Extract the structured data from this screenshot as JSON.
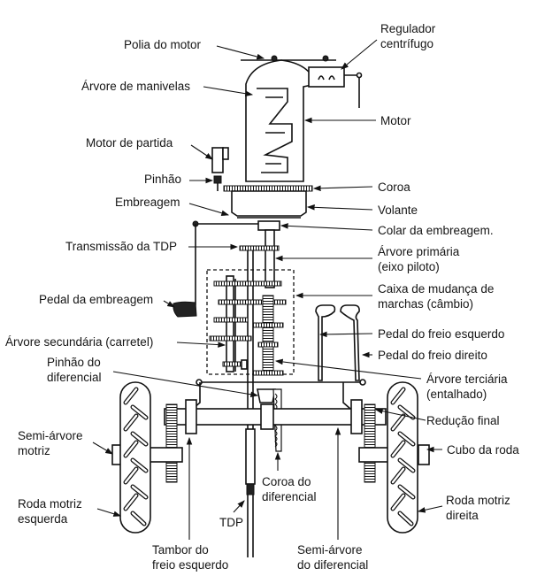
{
  "diagram": {
    "title": "Tractor power transmission system",
    "labels": {
      "polia_do_motor": "Polia do motor",
      "regulador": [
        "Regulador",
        "centrífugo"
      ],
      "arvore_manivelas": "Árvore de manivelas",
      "motor": "Motor",
      "motor_partida": "Motor de partida",
      "pinhao": "Pinhão",
      "coroa": "Coroa",
      "embreagem": "Embreagem",
      "volante": "Volante",
      "colar_embreagem": "Colar da embreagem.",
      "transmissao_tdp": "Transmissão da TDP",
      "arvore_primaria": [
        "Árvore primária",
        "(eixo piloto)"
      ],
      "caixa_mudanca": [
        "Caixa de mudança de",
        "marchas (câmbio)"
      ],
      "pedal_embreagem": "Pedal da embreagem",
      "arvore_secundaria": "Árvore secundária (carretel)",
      "pedal_freio_esquerdo": "Pedal do freio esquerdo",
      "pedal_freio_direito": "Pedal do freio direito",
      "pinhao_diferencial": [
        "Pinhão do",
        "diferencial"
      ],
      "arvore_terciaria": [
        "Árvore terciária",
        "(entalhado)"
      ],
      "reducao_final": "Redução final",
      "semi_arvore_motriz": [
        "Semi-árvore",
        "motriz"
      ],
      "cubo_roda": "Cubo da roda",
      "coroa_diferencial": [
        "Coroa do",
        "diferencial"
      ],
      "roda_motriz_esquerda": [
        "Roda motriz",
        "esquerda"
      ],
      "roda_motriz_direita": [
        "Roda motriz",
        "direita"
      ],
      "tdp": "TDP",
      "tambor_freio_esquerdo": [
        "Tambor do",
        "freio esquerdo"
      ],
      "semi_arvore_diferencial": [
        "Semi-árvore",
        "do diferencial"
      ]
    }
  }
}
